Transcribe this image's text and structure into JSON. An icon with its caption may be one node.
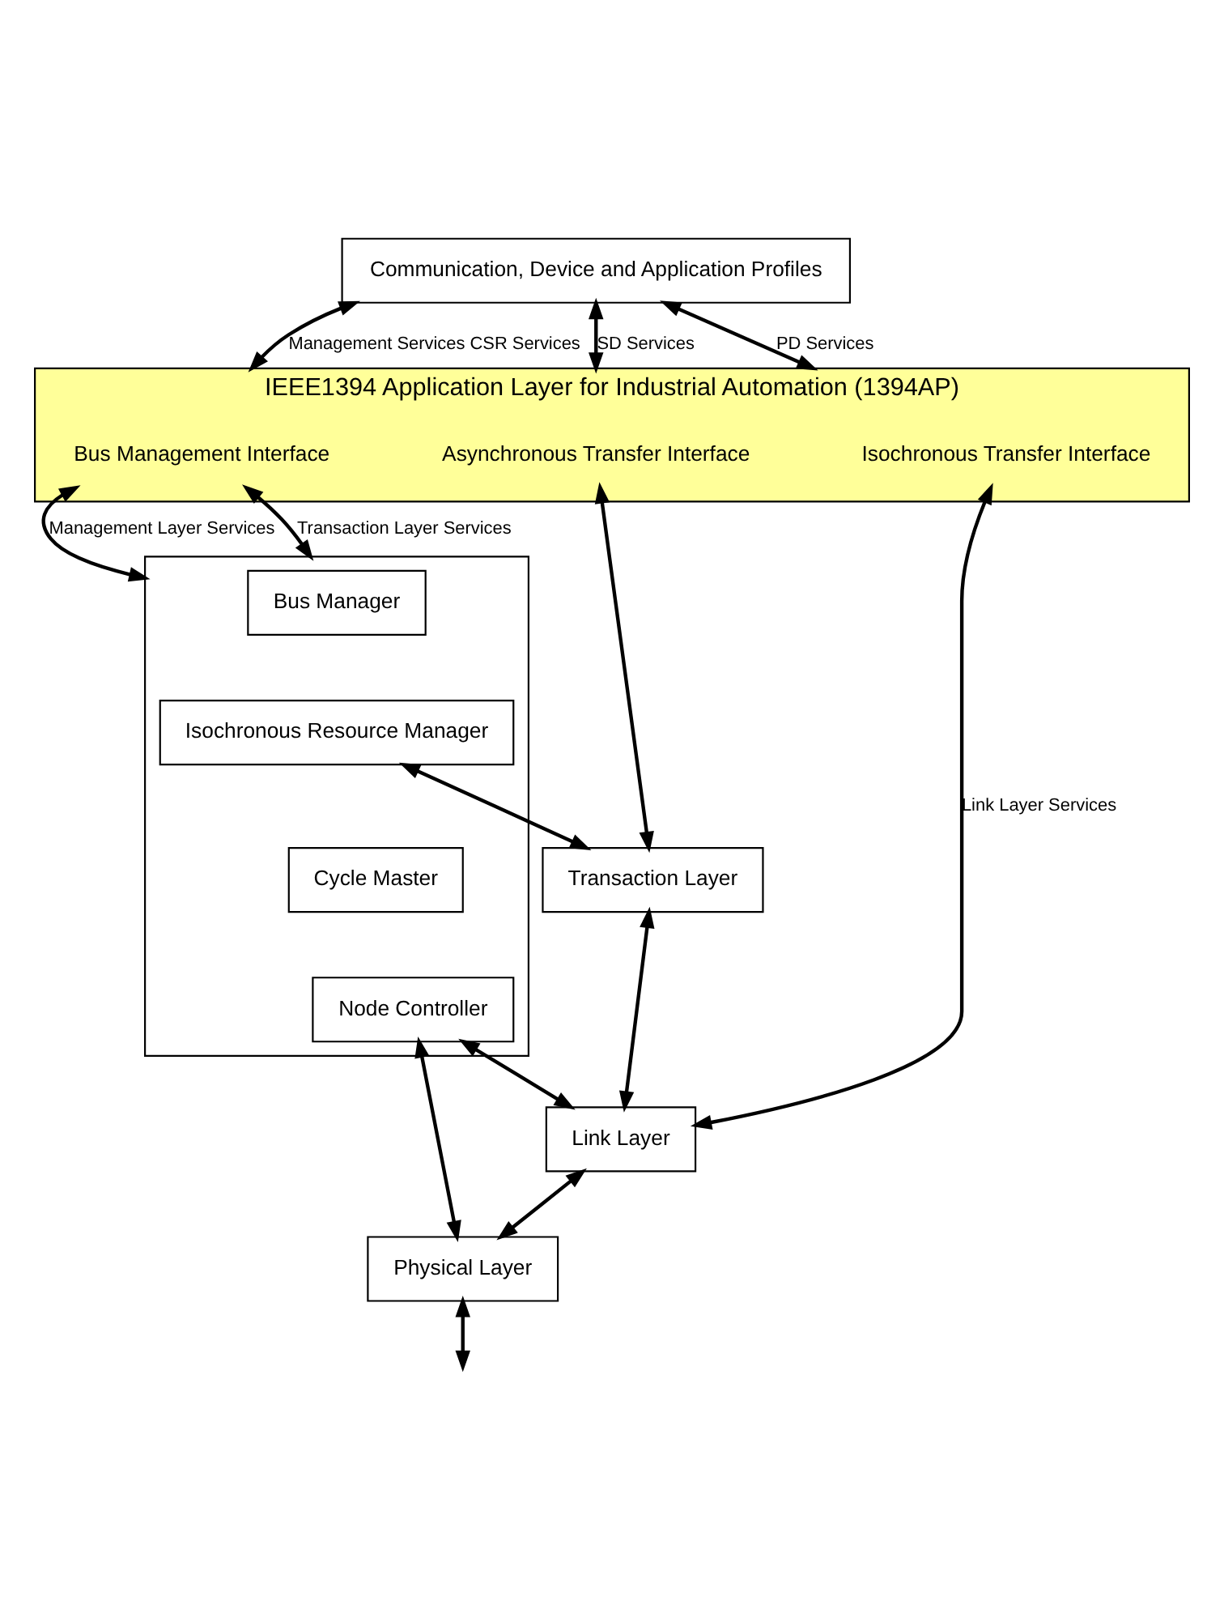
{
  "diagram": {
    "nodes": [
      {
        "text": [
          "Communication, Device and Application Profiles"
        ]
      },
      {
        "text": [
          "IEEE1394 Application Layer for Industrial Automation (1394AP)"
        ]
      },
      {
        "text": [
          "Bus Management Interface"
        ],
        "in": 1
      },
      {
        "text": [
          "Asynchronous Transfer Interface"
        ],
        "in": 1
      },
      {
        "text": [
          "Isochronous Transfer Interface"
        ],
        "in": 1
      },
      {
        "text": [],
        "shape": "box"
      },
      {
        "text": [
          "Bus Manager"
        ],
        "in": 5
      },
      {
        "text": [
          "Isochronous Resource Manager"
        ],
        "in": 5
      },
      {
        "text": [
          "Cycle Master"
        ],
        "in": 5
      },
      {
        "text": [
          "Node Controller"
        ],
        "in": 5
      },
      {
        "text": [
          "Transaction Layer"
        ]
      },
      {
        "text": [
          "Link Layer"
        ]
      },
      {
        "text": [
          "Physical Layer"
        ]
      }
    ],
    "edges": [
      {
        "from": 0,
        "to": 2,
        "arrow": "both",
        "label": "Management Services CSR Services"
      },
      {
        "from": 0,
        "to": 3,
        "arrow": "both",
        "label": "SD Services"
      },
      {
        "from": 0,
        "to": 4,
        "arrow": "both",
        "label": "PD Services"
      },
      {
        "from": 2,
        "to": 5,
        "arrow": "both",
        "label": "Management Layer Services"
      },
      {
        "from": 2,
        "to": 5,
        "arrow": "both",
        "label": "Transaction Layer Services"
      },
      {
        "from": 3,
        "to": 10,
        "arrow": "both"
      },
      {
        "from": 4,
        "to": 11,
        "arrow": "both",
        "label": "Link Layer Services"
      },
      {
        "from": 7,
        "to": 10,
        "arrow": "both"
      },
      {
        "from": 10,
        "to": 11,
        "arrow": "both"
      },
      {
        "from": 9,
        "to": 11,
        "arrow": "both"
      },
      {
        "from": 11,
        "to": 12,
        "arrow": "both"
      },
      {
        "from": 9,
        "to": 12,
        "arrow": "both"
      },
      {
        "from": 12,
        "to": null,
        "arrow": "both"
      }
    ]
  }
}
